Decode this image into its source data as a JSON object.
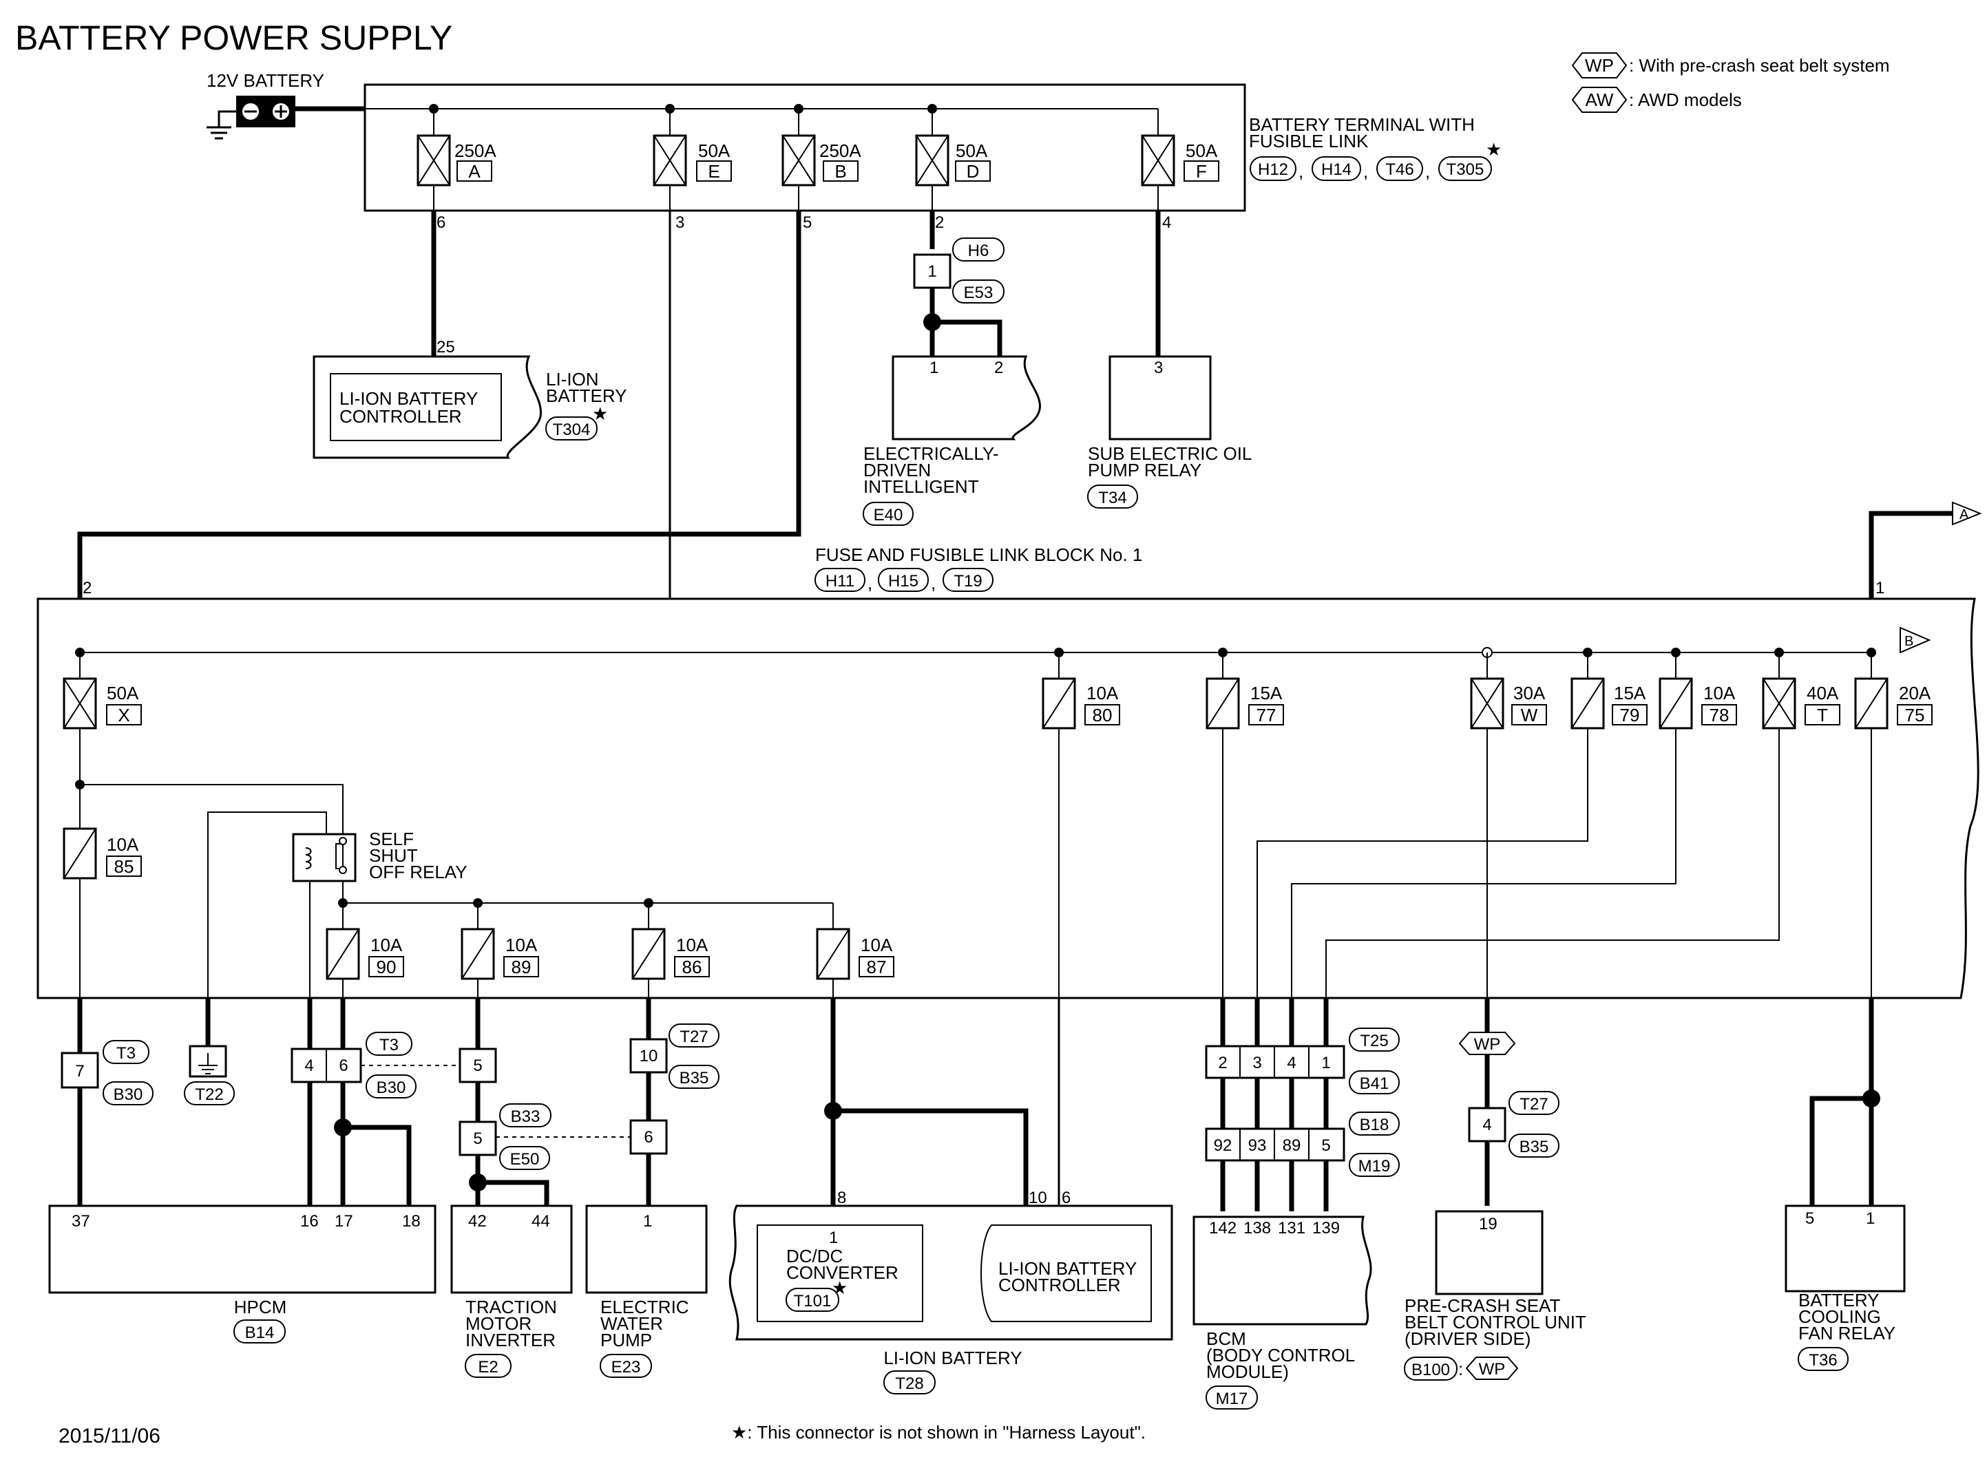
{
  "title": "BATTERY POWER SUPPLY",
  "date": "2015/11/06",
  "footnote": "★: This connector is not shown in \"Harness Layout\".",
  "legend": {
    "wp_tag": "WP",
    "wp_text": ": With pre-crash seat belt system",
    "aw_tag": "AW",
    "aw_text": ": AWD models"
  },
  "battery": {
    "label": "12V BATTERY"
  },
  "terminal_block": {
    "title1": "BATTERY TERMINAL WITH",
    "title2": "FUSIBLE LINK",
    "connectors": [
      "H12",
      "H14",
      "T46",
      "T305"
    ],
    "sep": ",",
    "star": "★",
    "fuses": [
      {
        "amp": "250A",
        "id": "A",
        "pin": "6"
      },
      {
        "amp": "50A",
        "id": "E",
        "pin": "3"
      },
      {
        "amp": "250A",
        "id": "B",
        "pin": "5"
      },
      {
        "amp": "50A",
        "id": "D",
        "pin": "2"
      },
      {
        "amp": "50A",
        "id": "F",
        "pin": "4"
      }
    ]
  },
  "li_ion_upper": {
    "inner1": "LI-ION BATTERY",
    "inner2": "CONTROLLER",
    "outer1": "LI-ION",
    "outer2": "BATTERY",
    "connector": "T304",
    "pin": "25",
    "star": "★"
  },
  "edi": {
    "line1": "ELECTRICALLY-",
    "line2": "DRIVEN",
    "line3": "INTELLIGENT",
    "connector": "E40",
    "pins": [
      "1",
      "2"
    ],
    "jc_pin": "1",
    "jc_top": "H6",
    "jc_bottom": "E53"
  },
  "oil_pump": {
    "line1": "SUB ELECTRIC OIL",
    "line2": "PUMP RELAY",
    "connector": "T34",
    "pin": "3"
  },
  "fuse_block": {
    "title": "FUSE AND FUSIBLE LINK BLOCK No. 1",
    "connectors": [
      "H11",
      "H15",
      "T19"
    ],
    "sep": ",",
    "pin_left": "2",
    "pin_right": "1",
    "arrow_a": "A",
    "arrow_b": "B",
    "fuses": [
      {
        "amp": "50A",
        "id": "X"
      },
      {
        "amp": "10A",
        "id": "85"
      },
      {
        "amp": "10A",
        "id": "90"
      },
      {
        "amp": "10A",
        "id": "89"
      },
      {
        "amp": "10A",
        "id": "86"
      },
      {
        "amp": "10A",
        "id": "87"
      },
      {
        "amp": "10A",
        "id": "80"
      },
      {
        "amp": "15A",
        "id": "77"
      },
      {
        "amp": "30A",
        "id": "W"
      },
      {
        "amp": "15A",
        "id": "79"
      },
      {
        "amp": "10A",
        "id": "78"
      },
      {
        "amp": "40A",
        "id": "T"
      },
      {
        "amp": "20A",
        "id": "75"
      }
    ],
    "relay1": "SELF",
    "relay2": "SHUT",
    "relay3": "OFF RELAY"
  },
  "conn_hpcm": {
    "pin7": "7",
    "t3": "T3",
    "b30": "B30",
    "t22": "T22",
    "pin4": "4",
    "pin6": "6",
    "pin5": "5"
  },
  "conn_mid": {
    "b33": "B33",
    "e50": "E50",
    "pin5": "5",
    "pin6": "6",
    "pin10": "10",
    "t27": "T27",
    "b35": "B35"
  },
  "conn_bcm": {
    "t25": "T25",
    "b41": "B41",
    "b18": "B18",
    "m19": "M19",
    "top": [
      "2",
      "3",
      "4",
      "1"
    ],
    "bottom": [
      "92",
      "93",
      "89",
      "5"
    ]
  },
  "conn_pcs": {
    "wp": "WP",
    "pin": "4",
    "t27": "T27",
    "b35": "B35"
  },
  "hpcm": {
    "label": "HPCM",
    "connector": "B14",
    "pins": [
      "37",
      "16",
      "17",
      "18"
    ]
  },
  "inverter": {
    "line1": "TRACTION",
    "line2": "MOTOR",
    "line3": "INVERTER",
    "connector": "E2",
    "pins": [
      "42",
      "44"
    ]
  },
  "water_pump": {
    "line1": "ELECTRIC",
    "line2": "WATER",
    "line3": "PUMP",
    "connector": "E23",
    "pin": "1"
  },
  "li_ion_lower": {
    "label": "LI-ION BATTERY",
    "connector": "T28",
    "pins": [
      "8",
      "10",
      "6"
    ],
    "dcdc1": "DC/DC",
    "dcdc2": "CONVERTER",
    "dcdc_conn": "T101",
    "dcdc_pin": "1",
    "star": "★",
    "ctrl1": "LI-ION BATTERY",
    "ctrl2": "CONTROLLER"
  },
  "bcm": {
    "line1": "BCM",
    "line2": "(BODY CONTROL",
    "line3": "MODULE)",
    "connector": "M17",
    "pins": [
      "142",
      "138",
      "131",
      "139"
    ]
  },
  "pcs": {
    "line1": "PRE-CRASH SEAT",
    "line2": "BELT CONTROL UNIT",
    "line3": "(DRIVER SIDE)",
    "connector": "B100",
    "colon": ":",
    "tag": "WP",
    "pin": "19"
  },
  "fan": {
    "line1": "BATTERY",
    "line2": "COOLING",
    "line3": "FAN RELAY",
    "connector": "T36",
    "pins": [
      "5",
      "1"
    ]
  }
}
